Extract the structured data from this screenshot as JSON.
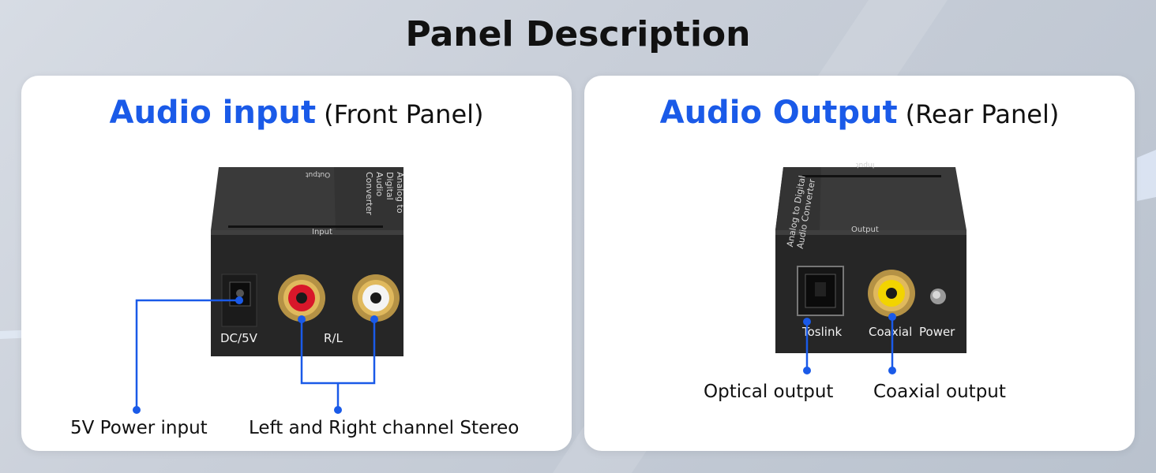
{
  "title": "Panel Description",
  "colors": {
    "accent": "#1a5ae8",
    "device_body": "#2a2a2a"
  },
  "front_panel": {
    "heading_main": "Audio input",
    "heading_sub": "(Front Panel)",
    "device": {
      "top_text": "Output",
      "side_text_line1": "Analog to Digital",
      "side_text_line2": "Audio Converter",
      "face_label": "Input",
      "port_dc_label": "DC/5V",
      "port_rl_label": "R/L"
    },
    "callouts": {
      "power": "5V Power input",
      "stereo": "Left and Right channel Stereo"
    }
  },
  "rear_panel": {
    "heading_main": "Audio Output",
    "heading_sub": "(Rear Panel)",
    "device": {
      "top_text": "Input",
      "side_text_line1": "Analog to Digital",
      "side_text_line2": "Audio Converter",
      "face_label": "Output",
      "port_toslink_label": "Toslink",
      "port_coaxial_label": "Coaxial",
      "port_power_label": "Power"
    },
    "callouts": {
      "optical": "Optical output",
      "coaxial": "Coaxial output"
    }
  }
}
